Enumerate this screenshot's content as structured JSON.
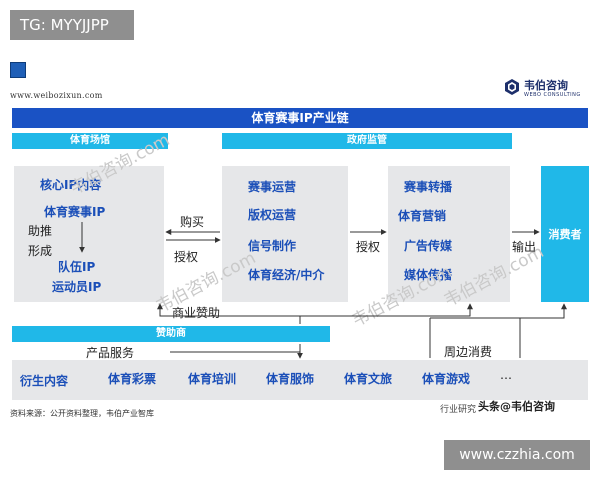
{
  "tags": {
    "top": "TG: MYYJJPP",
    "bottom": "www.czzhia.com"
  },
  "header": {
    "url": "www.weibozixun.com",
    "logo_cn": "韦伯咨询",
    "logo_en": "WEBO CONSULTING",
    "banner_title": "体育赛事IP产业链"
  },
  "sections": {
    "market": "体育场馆",
    "government": "政府监管",
    "sponsor": "赞助商"
  },
  "left_panel": {
    "core": "核心IP内容",
    "event_ip": "体育赛事IP",
    "assist1": "助推",
    "assist2": "形成",
    "team_ip": "队伍IP",
    "athlete_ip": "运动员IP"
  },
  "middle_panel": {
    "items": [
      "赛事运营",
      "版权运营",
      "信号制作",
      "体育经济/中介"
    ]
  },
  "right_panel": {
    "items": [
      "赛事转播",
      "体育营销",
      "广告传媒",
      "媒体传播"
    ]
  },
  "consumer": "消费者",
  "flow_labels": {
    "buy": "购买",
    "license1": "授权",
    "license2": "授权",
    "output": "输出",
    "sponsorship": "商业赞助",
    "product_service": "产品服务",
    "peripheral": "周边消费"
  },
  "derivatives": {
    "label": "衍生内容",
    "items": [
      "体育彩票",
      "体育培训",
      "体育服饰",
      "体育文旅",
      "体育游戏",
      "…"
    ]
  },
  "footer": {
    "source": "资料来源：公开资料整理，韦伯产业智库",
    "industry": "行业研究",
    "overlay": "头条@韦伯咨询"
  },
  "watermarks": [
    "韦伯咨询.com",
    "韦伯咨询.com",
    "韦伯咨询.com",
    "韦伯咨询.com"
  ],
  "colors": {
    "banner": "#1a52c4",
    "section": "#20b8e8",
    "text_blue": "#1b4fb8",
    "panel": "#e6e7e9"
  }
}
